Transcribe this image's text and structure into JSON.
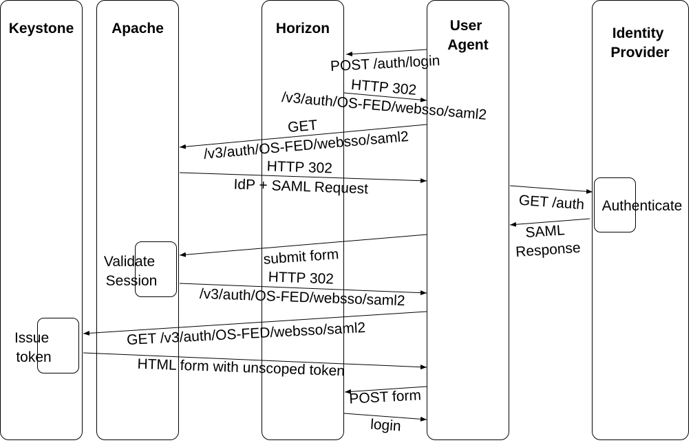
{
  "lanes": [
    {
      "id": "keystone",
      "title_lines": [
        "Keystone"
      ]
    },
    {
      "id": "apache",
      "title_lines": [
        "Apache"
      ]
    },
    {
      "id": "horizon",
      "title_lines": [
        "Horizon"
      ]
    },
    {
      "id": "user-agent",
      "title_lines": [
        "User",
        "Agent"
      ]
    },
    {
      "id": "identity-provider",
      "title_lines": [
        "Identity",
        "Provider"
      ]
    }
  ],
  "activities": [
    {
      "id": "authenticate",
      "label_lines": [
        "Authenticate"
      ]
    },
    {
      "id": "validate-session",
      "label_lines": [
        "Validate",
        "Session"
      ]
    },
    {
      "id": "issue-token",
      "label_lines": [
        "Issue",
        "token"
      ]
    }
  ],
  "messages": [
    {
      "id": "post-auth-login",
      "label_lines": [
        "POST /auth/login"
      ]
    },
    {
      "id": "http-302-websso",
      "label_lines": [
        "HTTP 302",
        "/v3/auth/OS-FED/websso/saml2"
      ]
    },
    {
      "id": "get-websso",
      "label_lines": [
        "GET",
        "/v3/auth/OS-FED/websso/saml2"
      ]
    },
    {
      "id": "http-302-idp",
      "label_lines": [
        "HTTP 302",
        "IdP + SAML Request"
      ]
    },
    {
      "id": "get-auth",
      "label_lines": [
        "GET /auth"
      ]
    },
    {
      "id": "saml-response",
      "label_lines": [
        "SAML",
        "Response"
      ]
    },
    {
      "id": "submit-form",
      "label_lines": [
        "submit form"
      ]
    },
    {
      "id": "http-302-websso-2",
      "label_lines": [
        "HTTP 302",
        "/v3/auth/OS-FED/websso/saml2"
      ]
    },
    {
      "id": "get-websso-keystone",
      "label_lines": [
        "GET /v3/auth/OS-FED/websso/saml2"
      ]
    },
    {
      "id": "html-form-token",
      "label_lines": [
        "HTML form with unscoped token"
      ]
    },
    {
      "id": "post-form",
      "label_lines": [
        "POST form"
      ]
    },
    {
      "id": "login",
      "label_lines": [
        "login"
      ]
    }
  ]
}
